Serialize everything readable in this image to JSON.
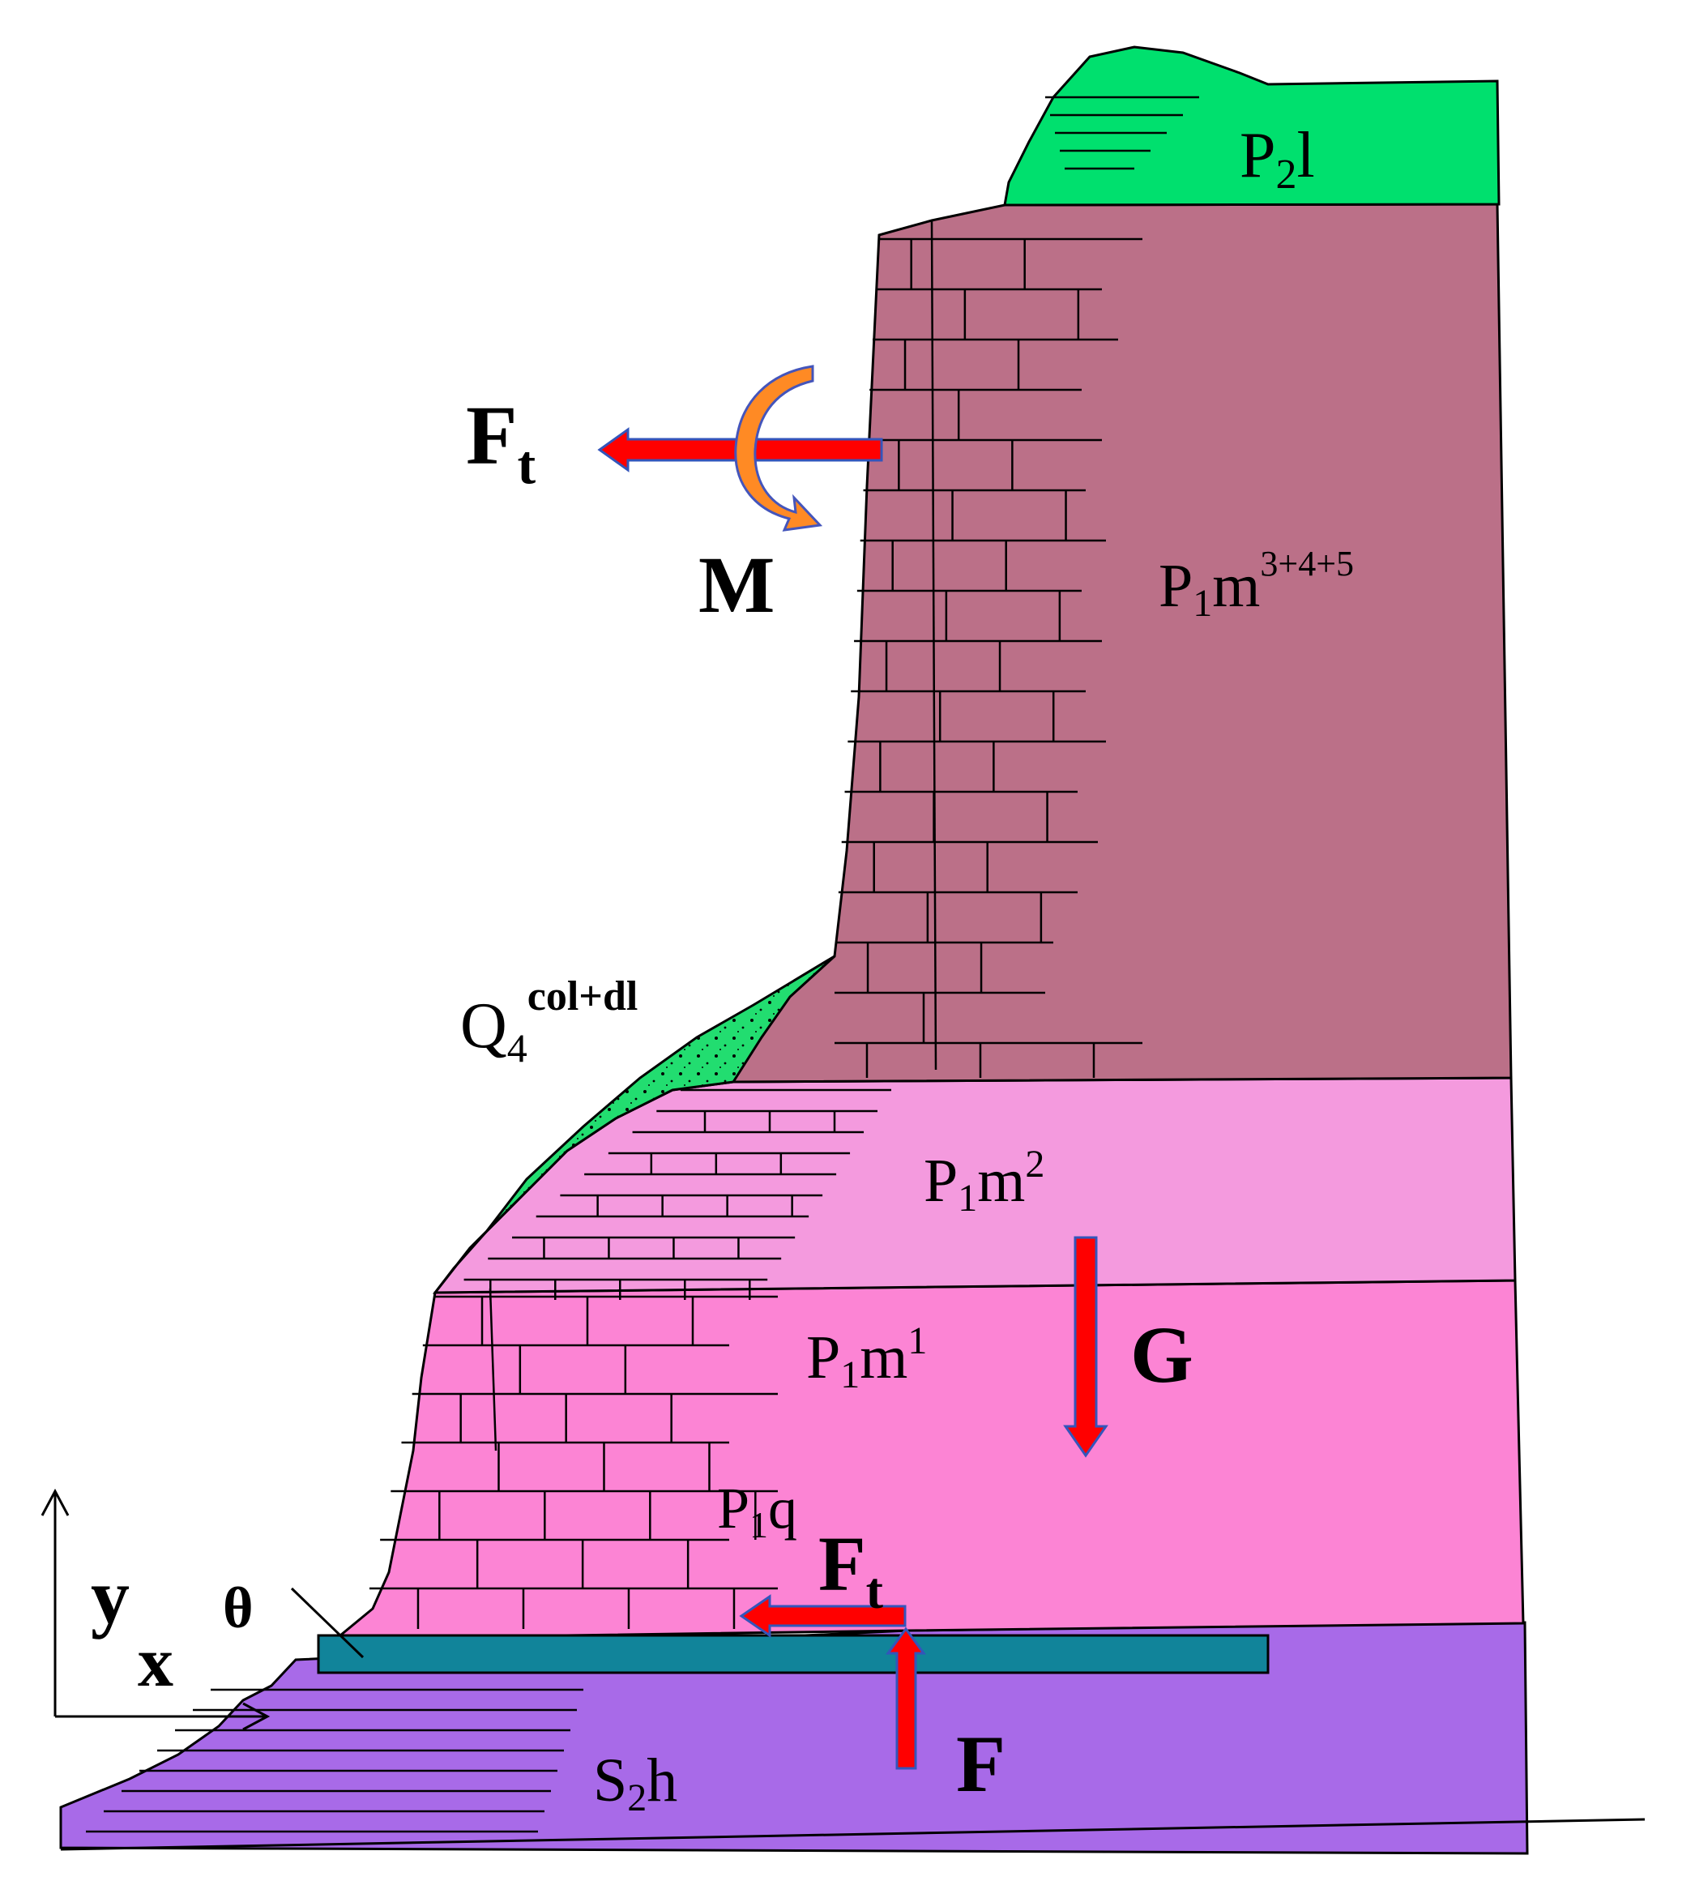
{
  "colors": {
    "p2l": "#00e06e",
    "p1m345": "#bb7088",
    "p1m2": "#f49ade",
    "p1m1": "#fc84d4",
    "s2h": "#a86ae8",
    "q4": "#22dd70",
    "bedrock_bar": "#11849a",
    "force_arrow": "#ff0000",
    "arrow_outline": "#3355bb",
    "moment_arrow": "#ff8a24",
    "moment_outline": "#4455bb"
  },
  "strata": {
    "p2l": {
      "base": "P",
      "sub": "2",
      "tail": "l"
    },
    "p1m345": {
      "base": "P",
      "sub": "1",
      "tail": "m",
      "sup": "3+4+5"
    },
    "p1m2": {
      "base": "P",
      "sub": "1",
      "tail": "m",
      "sup": "2"
    },
    "p1m1": {
      "base": "P",
      "sub": "1",
      "tail": "m",
      "sup": "1"
    },
    "p1q": {
      "base": "P",
      "sub": "1",
      "tail": "q"
    },
    "s2h": {
      "base": "S",
      "sub": "2",
      "tail": "h"
    },
    "q4": {
      "base": "Q",
      "sub": "4",
      "sup": "col+dl"
    }
  },
  "forces": {
    "ft_top": {
      "base": "F",
      "sub": "t"
    },
    "moment": {
      "label": "M"
    },
    "gravity": {
      "label": "G"
    },
    "ft_bottom": {
      "base": "F",
      "sub": "t"
    },
    "support": {
      "label": "F"
    }
  },
  "axes": {
    "y": "y",
    "x": "x",
    "angle": "θ"
  }
}
